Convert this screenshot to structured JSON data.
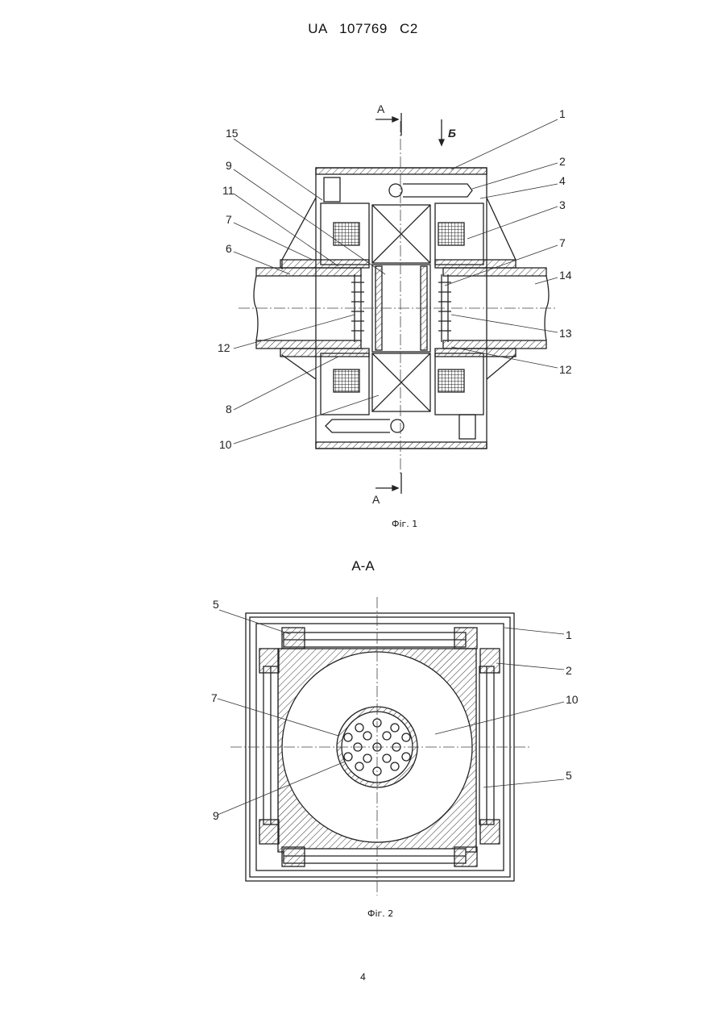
{
  "header": {
    "doc_id": "UA   107769   C2"
  },
  "figure1": {
    "caption": "Фіг. 1",
    "section_marks": [
      "А",
      "А"
    ],
    "view_mark": "Б",
    "labels_left": [
      "15",
      "9",
      "11",
      "7",
      "6",
      "12",
      "8",
      "10"
    ],
    "labels_right": [
      "1",
      "2",
      "4",
      "3",
      "7",
      "14",
      "13",
      "12"
    ]
  },
  "figure2": {
    "section_title": "А-А",
    "caption": "Фіг. 2",
    "labels_left": [
      "5",
      "7",
      "9"
    ],
    "labels_right": [
      "1",
      "2",
      "10",
      "5"
    ]
  },
  "page_number": "4"
}
